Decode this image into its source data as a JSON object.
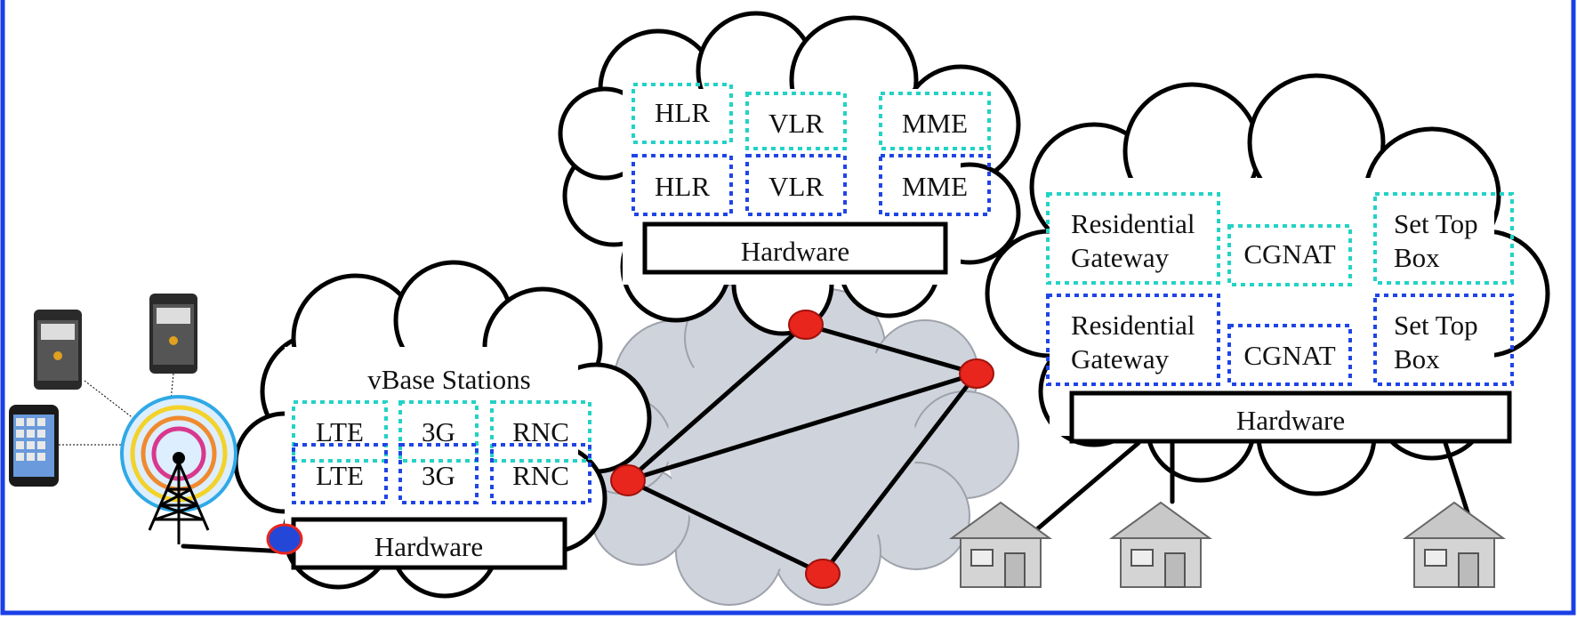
{
  "colors": {
    "frame": "#1a3fe6",
    "vnf_primary": "#22d3c5",
    "vnf_backup": "#1f45e6",
    "router": "#e8261d",
    "core_cloud": "#cfd3dc"
  },
  "base_station": {
    "title": "vBase Stations",
    "row1": [
      "LTE",
      "3G",
      "RNC"
    ],
    "row2": [
      "LTE",
      "3G",
      "RNC"
    ],
    "hardware": "Hardware"
  },
  "core": {
    "row1": [
      "HLR",
      "VLR",
      "MME"
    ],
    "row2": [
      "HLR",
      "VLR",
      "MME"
    ],
    "hardware": "Hardware"
  },
  "residential": {
    "row1": [
      [
        "Residential",
        "Gateway"
      ],
      "CGNAT",
      [
        "Set Top",
        "Box"
      ]
    ],
    "row2": [
      [
        "Residential",
        "Gateway"
      ],
      "CGNAT",
      [
        "Set Top",
        "Box"
      ]
    ],
    "hardware": "Hardware"
  },
  "icons": [
    "smartphone-icon",
    "cell-tower-icon",
    "house-icon",
    "router-node-icon"
  ]
}
